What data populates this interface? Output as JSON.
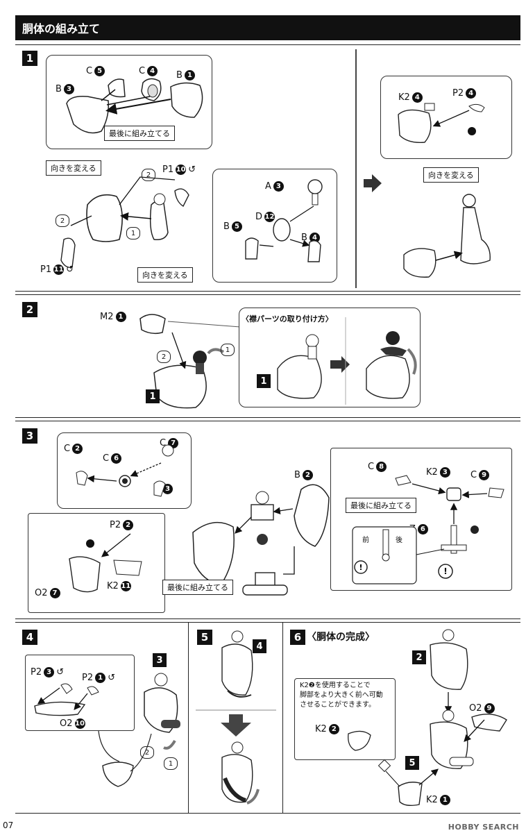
{
  "header": {
    "title": "胴体の組み立て"
  },
  "page_number": "07",
  "watermark": "HOBBY SEARCH",
  "step1": {
    "num": "1",
    "note_last": "最後に組み立てる",
    "note_turn": "向きを変える",
    "parts": {
      "c5": "C",
      "c5n": "5",
      "c4": "C",
      "c4n": "4",
      "b1": "B",
      "b1n": "1",
      "b3": "B",
      "b3n": "3",
      "p1_10": "P1",
      "p1_10n": "10",
      "p1_11": "P1",
      "p1_11n": "11",
      "a3": "A",
      "a3n": "3",
      "d12": "D",
      "d12n": "12",
      "b5": "B",
      "b5n": "5",
      "b4": "B",
      "b4n": "4",
      "k2_4": "K2",
      "k2_4n": "4",
      "p2_4": "P2",
      "p2_4n": "4"
    },
    "order1": "1",
    "order2": "2"
  },
  "step2": {
    "num": "2",
    "m2": "M2",
    "m2n": "1",
    "title": "〈襟パーツの取り付け方〉",
    "inner_num": "1",
    "sub_num": "1",
    "order1": "1",
    "order2": "2"
  },
  "step3": {
    "num": "3",
    "note_last": "最後に組み立てる",
    "parts": {
      "c2": "C",
      "c2n": "2",
      "c6": "C",
      "c6n": "6",
      "c7": "C",
      "c7n": "7",
      "c3": "C",
      "c3n": "3",
      "b2": "B",
      "b2n": "2",
      "c8": "C",
      "c8n": "8",
      "k2_3": "K2",
      "k2_3n": "3",
      "c9": "C",
      "c9n": "9",
      "z6": "Z",
      "z6n": "6",
      "p2_2": "P2",
      "p2_2n": "2",
      "o2_7": "O2",
      "o2_7n": "7",
      "k2_11": "K2",
      "k2_11n": "11"
    },
    "front": "前",
    "back": "後"
  },
  "step4": {
    "num": "4",
    "sub": "3",
    "p2_3": "P2",
    "p2_3n": "3",
    "p2_1": "P2",
    "p2_1n": "1",
    "o2_10": "O2",
    "o2_10n": "10",
    "order1": "1",
    "order2": "2"
  },
  "step5": {
    "num": "5",
    "sub": "4"
  },
  "step6": {
    "num": "6",
    "title": "〈胴体の完成〉",
    "sub2": "2",
    "sub5": "5",
    "tip": "K2❷を使用することで\n脚部をより大きく前へ可動\nさせることができます。",
    "k2_2": "K2",
    "k2_2n": "2",
    "o2_9": "O2",
    "o2_9n": "9",
    "k2_1": "K2",
    "k2_1n": "1"
  }
}
